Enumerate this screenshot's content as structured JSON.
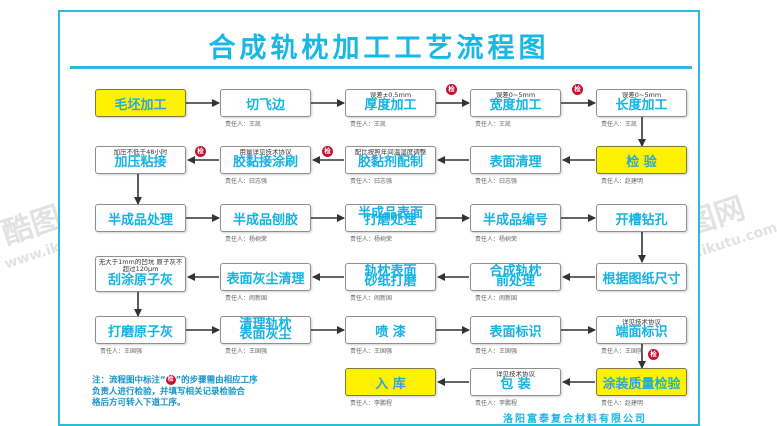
{
  "title": "合成轨枕加工工艺流程图",
  "boxes": {
    "maopi": {
      "label": "毛坯加工",
      "note": "",
      "resp": ""
    },
    "qiefei": {
      "label": "切飞边",
      "note": "",
      "resp": "责任人：王凯"
    },
    "houdu": {
      "label": "厚度加工",
      "note": "误差±0.5mm",
      "resp": "责任人：王凯"
    },
    "kuandu": {
      "label": "宽度加工",
      "note": "误差0~5mm",
      "resp": "责任人：王凯"
    },
    "changdu": {
      "label": "长度加工",
      "note": "误差0~5mm",
      "resp": "责任人：王凯"
    },
    "jiaya": {
      "label": "加压粘接",
      "note": "加压不低于48小时",
      "resp": ""
    },
    "jiaotu": {
      "label": "胶黏接涂刷",
      "note": "用量详见技术协议",
      "resp": "责任人：曰志强"
    },
    "jiaopei": {
      "label": "胶黏剂配制",
      "note": "配比按照年间温湿度调整",
      "resp": "责任人：曰志强"
    },
    "qingli": {
      "label": "表面清理",
      "note": "",
      "resp": "责任人：曰志强"
    },
    "jianyan": {
      "label": "检 验",
      "note": "",
      "resp": "责任人：赵建明"
    },
    "bcp": {
      "label": "半成品处理",
      "note": "",
      "resp": ""
    },
    "bcpbao": {
      "label": "半成品刨胶",
      "note": "",
      "resp": "责任人：杨树荣"
    },
    "bcpbm": {
      "label": "半成品表面",
      "note": "打磨处理",
      "resp": "责任人：杨树荣"
    },
    "bcpbh": {
      "label": "半成品编号",
      "note": "",
      "resp": "责任人：杨树荣"
    },
    "kaicao": {
      "label": "开槽钻孔",
      "note": "",
      "resp": ""
    },
    "guatu": {
      "label": "刮涂原子灰",
      "note": "无大于1mm的凹坑 原子灰不超过120μm",
      "resp": ""
    },
    "hcqq": {
      "label": "表面灰尘清理",
      "note": "",
      "resp": "责任人：闹新国"
    },
    "gzsz": {
      "label": "砂纸打磨",
      "note": "轨枕表面",
      "resp": "责任人：闹新国"
    },
    "hcgz": {
      "label": "前处理",
      "note": "合成轨枕",
      "resp": "责任人：闹新国"
    },
    "gjtz": {
      "label": "根据图纸尺寸",
      "note": "",
      "resp": ""
    },
    "dmyzh": {
      "label": "打磨原子灰",
      "note": "",
      "resp": "责任人：王国强"
    },
    "qlgz": {
      "label": "表面灰尘",
      "note": "清理轨枕",
      "resp": "责任人：王国强"
    },
    "penqi": {
      "label": "喷 漆",
      "note": "",
      "resp": "责任人：王国强"
    },
    "bmbs": {
      "label": "表面标识",
      "note": "",
      "resp": "责任人：王国强"
    },
    "dmbs": {
      "label": "端面标识",
      "note": "详见技术协议",
      "resp": "责任人：王国强"
    },
    "ruku": {
      "label": "入 库",
      "note": "",
      "resp": "责任人：李鹏程"
    },
    "baozhuang": {
      "label": "包 装",
      "note": "详见技术协议",
      "resp": "责任人：李鹏程"
    },
    "tzzl": {
      "label": "涂装质量检验",
      "note": "",
      "resp": "责任人：赵建明"
    }
  },
  "check_mark": "检",
  "note": {
    "line1_a": "注：流程图中标注“",
    "line1_b": "”的步骤需由相应工序",
    "line2": "负责人进行检验，并填写相关记录检验合",
    "line3": "格后方可转入下道工序。"
  },
  "company": "洛阳富泰复合材料有限公司",
  "watermark": {
    "brand": "酷图网",
    "url": "www.ikutu.com"
  },
  "colors": {
    "accent": "#19b7e6",
    "highlight": "#fff200",
    "check": "#c8102e"
  }
}
